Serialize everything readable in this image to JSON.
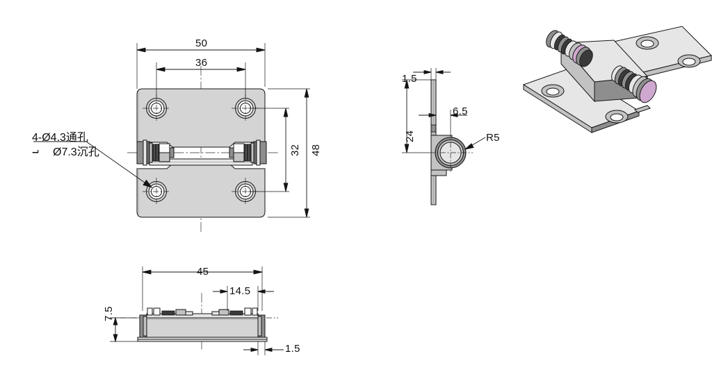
{
  "drawing": {
    "title": "Hinge Bracket Technical Drawing",
    "units": "mm",
    "background_color": "#ffffff",
    "line_color": "#141414",
    "part_fill_color": "#d4d4d4",
    "pin_accent_color": "#cfa8cf"
  },
  "notes": {
    "line1": "4-Ø4.3通孔",
    "line2_symbol": "⨼",
    "line2": "Ø7.3沉孔"
  },
  "front_view": {
    "name": "front-view",
    "dimensions": {
      "overall_width": "50",
      "hole_spacing_width": "36",
      "hole_spacing_height": "32",
      "overall_height": "48"
    }
  },
  "side_view": {
    "name": "side-view",
    "dimensions": {
      "plate_thickness": "1.5",
      "height_to_pivot": "24",
      "pivot_offset": "6.5",
      "pivot_radius": "R5"
    }
  },
  "bottom_view": {
    "name": "bottom-view",
    "dimensions": {
      "overall_length": "45",
      "inner_length": "14.5",
      "body_height": "7.5",
      "flange_thickness": "1.5"
    }
  },
  "iso_view": {
    "name": "isometric-view",
    "label": ""
  }
}
